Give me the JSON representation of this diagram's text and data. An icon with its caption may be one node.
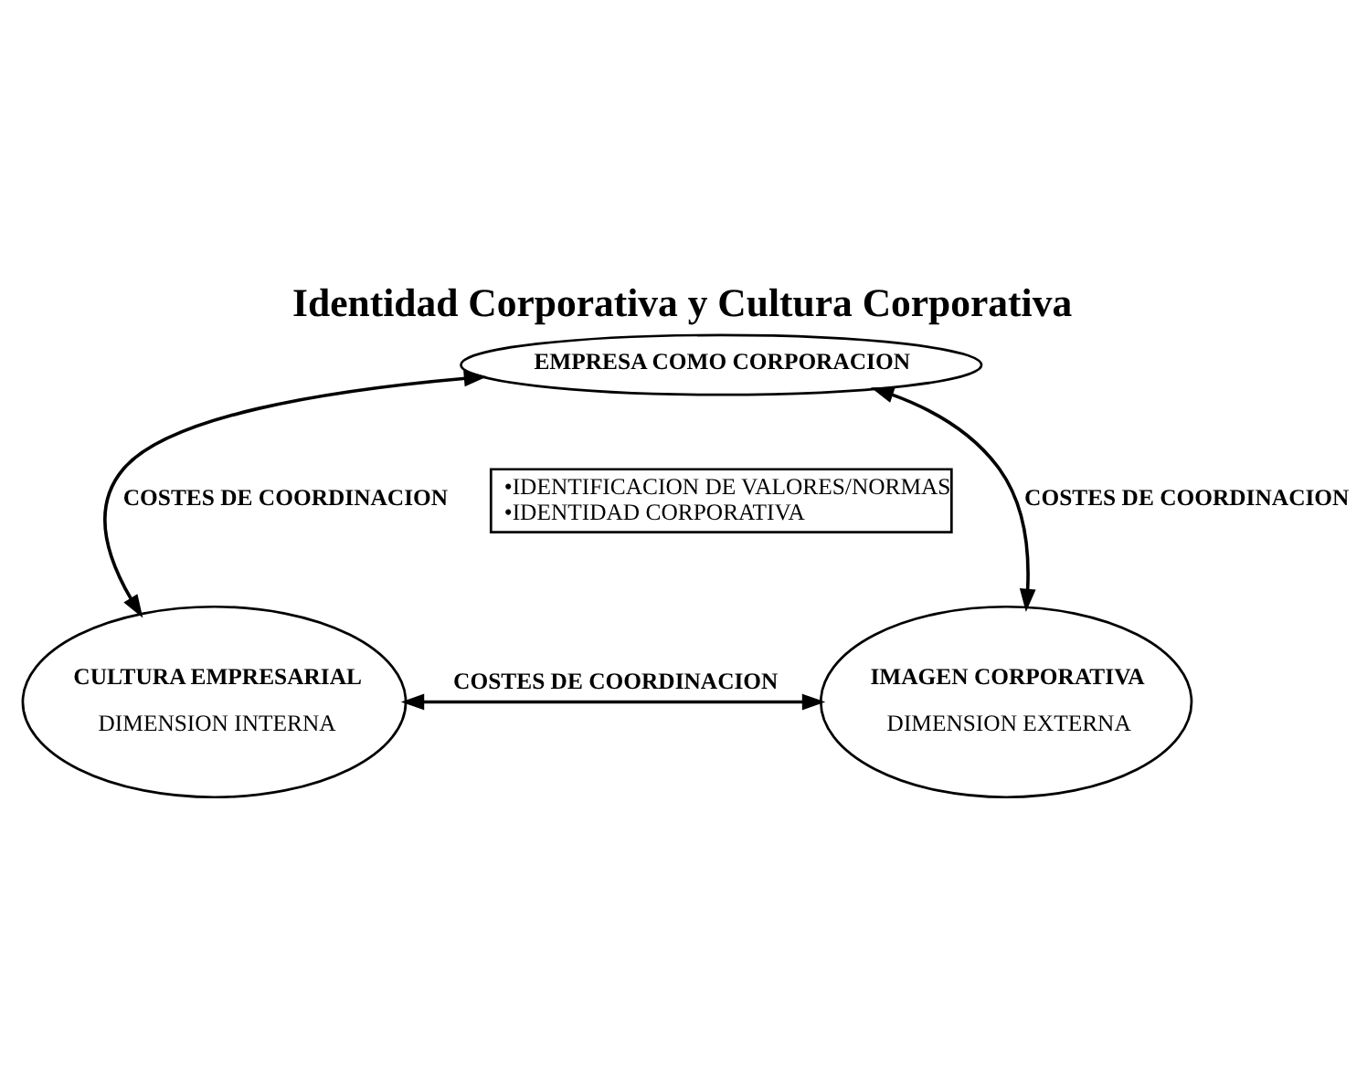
{
  "diagram": {
    "title": "Identidad Corporativa y Cultura Corporativa",
    "nodes": [
      {
        "text": [
          "EMPRESA COMO CORPORACION"
        ]
      },
      {
        "text": [
          "CULTURA EMPRESARIAL",
          "DIMENSION INTERNA"
        ]
      },
      {
        "text": [
          "•IDENTIFICACION DE VALORES/NORMAS",
          "•IDENTIDAD CORPORATIVA"
        ]
      },
      {
        "text": [
          "IMAGEN CORPORATIVA",
          "DIMENSION EXTERNA"
        ]
      }
    ],
    "edges": [
      {
        "from": 0,
        "to": 1,
        "arrow": "both",
        "label": "COSTES DE COORDINACION"
      },
      {
        "from": 0,
        "to": 3,
        "arrow": "both",
        "label": "COSTES DE COORDINACION"
      },
      {
        "from": 1,
        "to": 3,
        "arrow": "both",
        "label": "COSTES DE COORDINACION"
      }
    ]
  }
}
